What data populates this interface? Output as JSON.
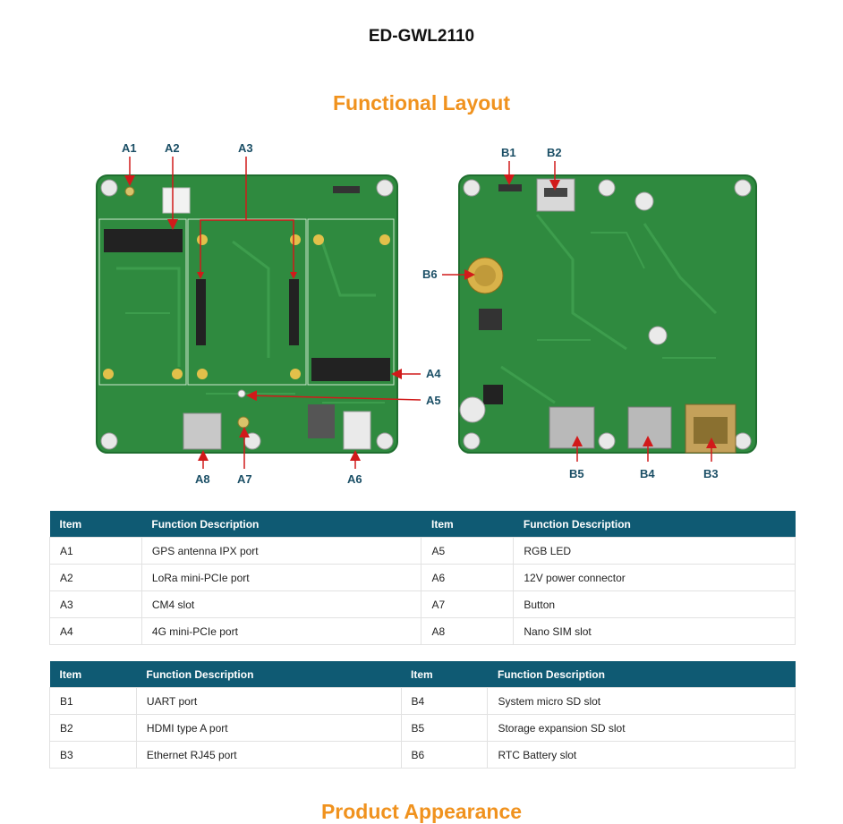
{
  "product_title": "ED-GWL2110",
  "section_title": "Functional Layout",
  "next_section_title": "Product Appearance",
  "diagram": {
    "front_callouts": [
      "A1",
      "A2",
      "A3",
      "A4",
      "A5",
      "A6",
      "A7",
      "A8"
    ],
    "back_callouts": [
      "B1",
      "B2",
      "B3",
      "B4",
      "B5",
      "B6"
    ],
    "colors": {
      "pcb": "#2f8a3f",
      "pcb_dark": "#1f6e2f",
      "arrow": "#d11a1a",
      "label": "#1b4f66"
    }
  },
  "table_a": {
    "headers": [
      "Item",
      "Function Description",
      "Item",
      "Function Description"
    ],
    "rows": [
      [
        "A1",
        "GPS antenna IPX port",
        "A5",
        "RGB LED"
      ],
      [
        "A2",
        "LoRa mini-PCIe port",
        "A6",
        "12V power connector"
      ],
      [
        "A3",
        "CM4 slot",
        "A7",
        "Button"
      ],
      [
        "A4",
        "4G mini-PCIe port",
        "A8",
        "Nano SIM slot"
      ]
    ]
  },
  "table_b": {
    "headers": [
      "Item",
      "Function Description",
      "Item",
      "Function Description"
    ],
    "rows": [
      [
        "B1",
        "UART port",
        "B4",
        "System micro SD slot"
      ],
      [
        "B2",
        "HDMI type A port",
        "B5",
        "Storage expansion SD slot"
      ],
      [
        "B3",
        "Ethernet RJ45 port",
        "B6",
        "RTC Battery slot"
      ]
    ]
  },
  "colors": {
    "accent": "#f0921e",
    "table_header": "#0f5a73"
  }
}
